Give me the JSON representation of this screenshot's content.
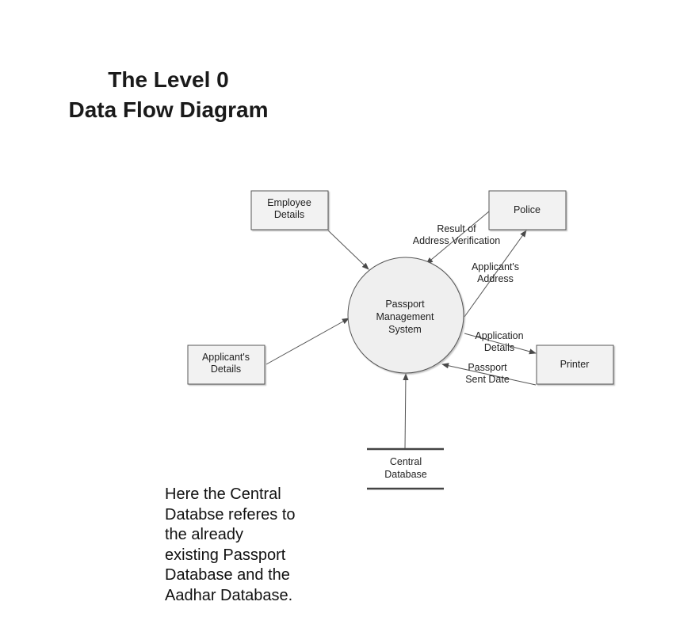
{
  "title": {
    "line1": "The Level 0",
    "line2": "Data Flow Diagram"
  },
  "process": {
    "line1": "Passport",
    "line2": "Management",
    "line3": "System"
  },
  "entities": {
    "employee": {
      "line1": "Employee",
      "line2": "Details"
    },
    "police": {
      "line1": "Police"
    },
    "applicant": {
      "line1": "Applicant's",
      "line2": "Details"
    },
    "printer": {
      "line1": "Printer"
    }
  },
  "datastore": {
    "line1": "Central",
    "line2": "Database"
  },
  "flows": {
    "verification": {
      "line1": "Result of",
      "line2": "Address Verification"
    },
    "address": {
      "line1": "Applicant's",
      "line2": "Address"
    },
    "application": {
      "line1": "Application",
      "line2": "Details"
    },
    "sent": {
      "line1": "Passport",
      "line2": "Sent Date"
    }
  },
  "note": {
    "lines": [
      "Here the Central",
      "Databse referes to",
      "the already",
      "existing Passport",
      "Database and the",
      "Aadhar Database."
    ]
  }
}
